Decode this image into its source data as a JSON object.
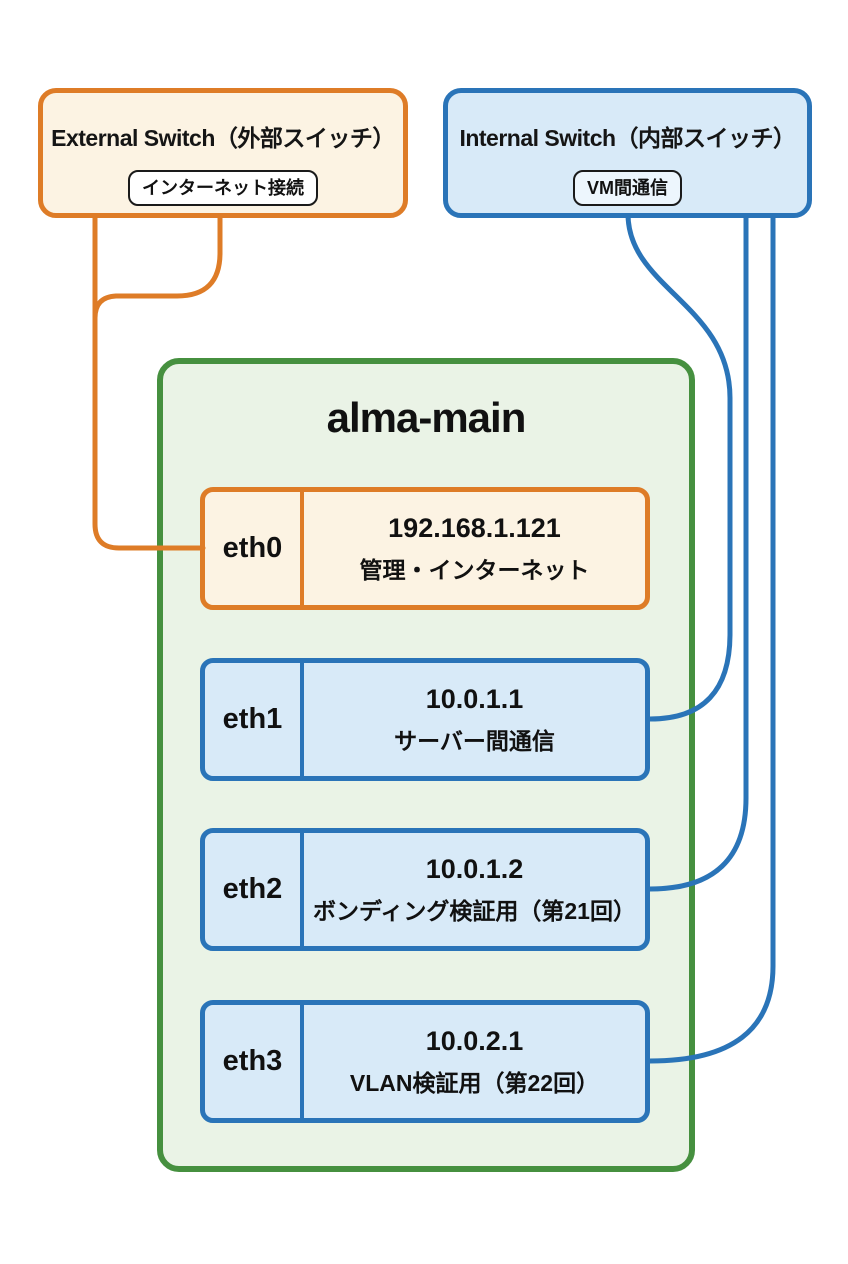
{
  "external_switch": {
    "title": "External Switch（外部スイッチ）",
    "badge": "インターネット接続"
  },
  "internal_switch": {
    "title": "Internal Switch（内部スイッチ）",
    "badge": "VM間通信"
  },
  "host": {
    "title": "alma-main",
    "interfaces": [
      {
        "name": "eth0",
        "ip": "192.168.1.121",
        "desc": "管理・インターネット",
        "accent": "orange"
      },
      {
        "name": "eth1",
        "ip": "10.0.1.1",
        "desc": "サーバー間通信",
        "accent": "blue"
      },
      {
        "name": "eth2",
        "ip": "10.0.1.2",
        "desc": "ボンディング検証用（第21回）",
        "accent": "blue"
      },
      {
        "name": "eth3",
        "ip": "10.0.2.1",
        "desc": "VLAN検証用（第22回）",
        "accent": "blue"
      }
    ]
  },
  "connections": [
    {
      "from": "external-switch",
      "to": "eth0",
      "color": "orange"
    },
    {
      "from": "internal-switch",
      "to": "eth1",
      "color": "blue"
    },
    {
      "from": "internal-switch",
      "to": "eth2",
      "color": "blue"
    },
    {
      "from": "internal-switch",
      "to": "eth3",
      "color": "blue"
    }
  ],
  "colors": {
    "orange_line": "#DE7C27",
    "orange_fill": "#FCF3E3",
    "blue_line": "#2A74B8",
    "blue_fill": "#D8EAF8",
    "green_line": "#46903F",
    "green_fill": "#EAF3E6",
    "pill_border": "#1a1a1a",
    "text": "#111111"
  }
}
